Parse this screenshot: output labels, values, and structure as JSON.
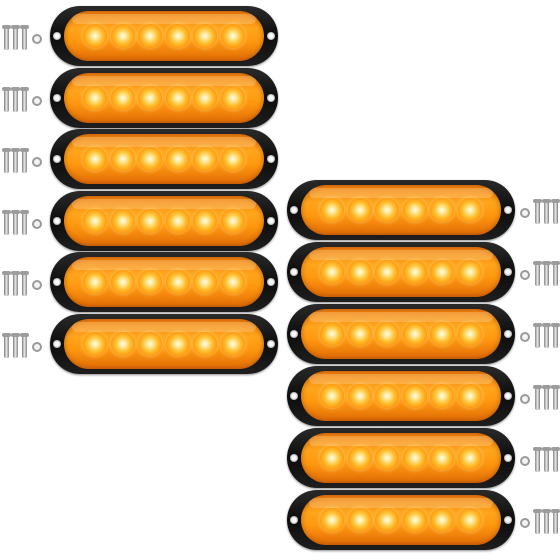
{
  "image": {
    "subject": "strobe-light-set",
    "left_column_count": 6,
    "right_column_count": 6,
    "leds_per_light": 6,
    "colors": {
      "housing": "#111111",
      "lens": "#ff9a12",
      "led_core": "#fffdf0",
      "hardware": "#b0b0b0",
      "background": "#ffffff"
    }
  }
}
